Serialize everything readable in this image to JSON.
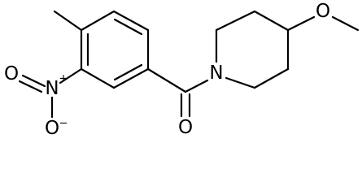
{
  "molecule": {
    "atoms": {
      "nitro_o_left": "O",
      "nitro_n": "N",
      "nitro_n_charge": "+",
      "nitro_o_bottom": "O",
      "nitro_o_charge": "−",
      "carbonyl_o": "O",
      "piperidine_n": "N",
      "methoxy_o": "O"
    }
  }
}
